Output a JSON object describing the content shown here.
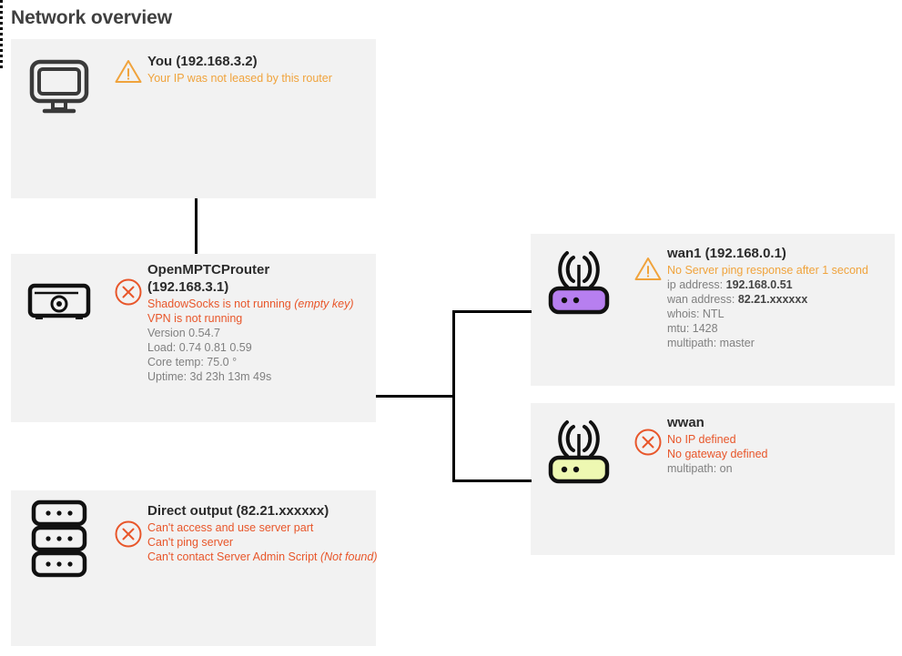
{
  "page": {
    "title": "Network overview"
  },
  "colors": {
    "card_bg": "#f2f2f2",
    "error": "#e8562a",
    "warning": "#f0a33c",
    "muted": "#808080",
    "title": "#2b2b2b",
    "connector": "#000000",
    "wan1_device": "#b77ff0",
    "wwan_device": "#eef8b2"
  },
  "nodes": {
    "you": {
      "icon": "desktop-monitor-icon",
      "status_icon": "warning-triangle-icon",
      "title": "You (192.168.3.2)",
      "lines": [
        {
          "text": "Your IP was not leased by this router",
          "style": "warn"
        }
      ]
    },
    "router": {
      "icon": "router-box-icon",
      "status_icon": "error-circle-x-icon",
      "title_line1": "OpenMPTCProuter",
      "title_line2": "(192.168.3.1)",
      "lines": [
        {
          "text": "ShadowSocks is not running ",
          "emphasis": "(empty key)",
          "style": "err"
        },
        {
          "text": "VPN is not running",
          "style": "err"
        },
        {
          "text": "Version 0.54.7",
          "style": "muted"
        },
        {
          "text": "Load: 0.74 0.81 0.59",
          "style": "muted"
        },
        {
          "text": "Core temp: 75.0 °",
          "style": "muted"
        },
        {
          "text": "Uptime: 3d 23h 13m 49s",
          "style": "muted"
        }
      ]
    },
    "direct": {
      "icon": "server-stack-icon",
      "status_icon": "error-circle-x-icon",
      "title": "Direct output (82.21.xxxxxx)",
      "lines": [
        {
          "text": "Can't access and use server part",
          "style": "err"
        },
        {
          "text": "Can't ping server",
          "style": "err"
        },
        {
          "text": "Can't contact Server Admin Script ",
          "emphasis": "(Not found)",
          "style": "err"
        }
      ]
    },
    "wan1": {
      "icon": "wireless-router-icon",
      "status_icon": "warning-triangle-icon",
      "title": "wan1 (192.168.0.1)",
      "lines": [
        {
          "text": "No Server ping response after 1 second",
          "style": "warn"
        },
        {
          "label": "ip address: ",
          "value": "192.168.0.51",
          "style": "muted"
        },
        {
          "label": "wan address: ",
          "value": "82.21.xxxxxx",
          "style": "muted"
        },
        {
          "text": "whois: NTL",
          "style": "muted"
        },
        {
          "text": "mtu: 1428",
          "style": "muted"
        },
        {
          "text": "multipath: master",
          "style": "muted"
        }
      ]
    },
    "wwan": {
      "icon": "wireless-router-icon",
      "status_icon": "error-circle-x-icon",
      "title": "wwan",
      "lines": [
        {
          "text": "No IP defined",
          "style": "err"
        },
        {
          "text": "No gateway defined",
          "style": "err"
        },
        {
          "text": "multipath: on",
          "style": "muted"
        }
      ]
    }
  },
  "connectors": [
    {
      "name": "you-to-router",
      "style": "solid"
    },
    {
      "name": "router-to-direct",
      "style": "dotted"
    },
    {
      "name": "router-to-wan-bus",
      "style": "solid"
    }
  ]
}
